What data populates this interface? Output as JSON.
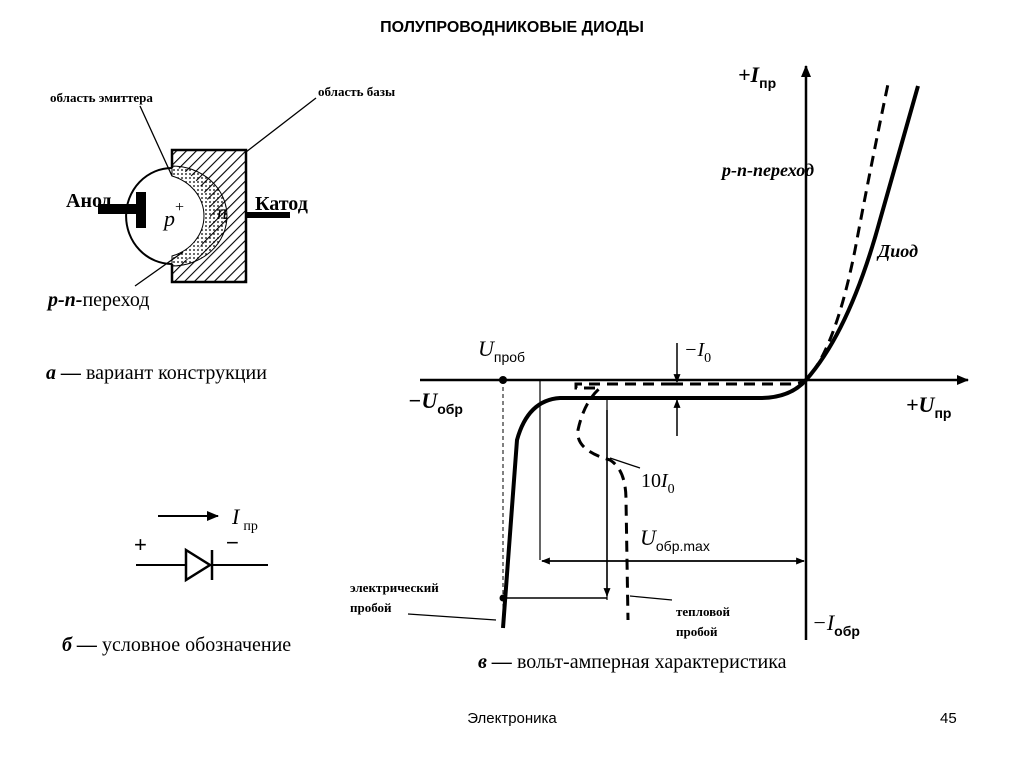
{
  "title": "ПОЛУПРОВОДНИКОВЫЕ ДИОДЫ",
  "footer": {
    "subject": "Электроника",
    "page_number": "45"
  },
  "construction": {
    "emitter_region": "область эмиттера",
    "base_region": "область базы",
    "anode": "Анод",
    "cathode": "Катод",
    "p_plus": "p",
    "plus_sign": "+",
    "n_region": "n",
    "junction_label_bold": "p-n-",
    "junction_label_rest": "переход",
    "caption_letter": "а —",
    "caption_text": "вариант конструкции"
  },
  "symbol": {
    "current_label": "I",
    "current_sub": "пр",
    "plus": "+",
    "minus": "−",
    "caption_letter": "б —",
    "caption_text": "условное обозначение"
  },
  "iv_characteristic": {
    "y_pos_label": "+I",
    "y_pos_sub": "пр",
    "x_pos_label": "+U",
    "x_pos_sub": "пр",
    "x_neg_label": "−U",
    "x_neg_sub": "обр",
    "y_neg_label": "−I",
    "y_neg_sub": "обр",
    "breakdown_label": "U",
    "breakdown_sub": "проб",
    "i0_label": "−I",
    "i0_sub": "0",
    "ten_i0_prefix": "10",
    "ten_i0_label": "I",
    "ten_i0_sub": "0",
    "umax_label": "U",
    "umax_sub": "обр.max",
    "pn_junction_curve": "p-n-переход",
    "diode_curve": "Диод",
    "electrical_breakdown": [
      "электрический",
      "пробой"
    ],
    "thermal_breakdown": [
      "тепловой",
      "пробой"
    ],
    "caption_letter": "в —",
    "caption_text": "вольт-амперная характеристика"
  }
}
